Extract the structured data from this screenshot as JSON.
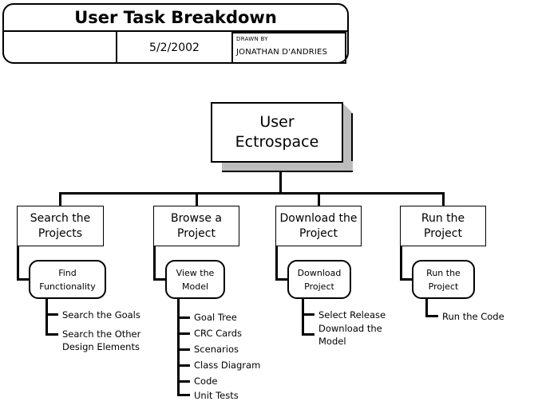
{
  "title_block": {
    "heading": "User Task Breakdown",
    "blank_cell": "",
    "date": "5/2/2002",
    "drawn_by_label": "DRAWN BY",
    "drawn_by_name": "JONATHAN D'ANDRIES"
  },
  "diagram": {
    "root": {
      "line1": "User",
      "line2": "Ectrospace"
    },
    "branches": [
      {
        "title_line1": "Search the",
        "title_line2": "Projects",
        "sub_line1": "Find",
        "sub_line2": "Functionality",
        "leaves": [
          "Search the Goals",
          "Search the Other Design Elements"
        ]
      },
      {
        "title_line1": "Browse a",
        "title_line2": "Project",
        "sub_line1": "View the",
        "sub_line2": "Model",
        "leaves": [
          "Goal Tree",
          "CRC Cards",
          "Scenarios",
          "Class Diagram",
          "Code",
          "Unit Tests"
        ]
      },
      {
        "title_line1": "Download the",
        "title_line2": "Project",
        "sub_line1": "Download",
        "sub_line2": "Project",
        "leaves": [
          "Select Release",
          "Download the Model"
        ]
      },
      {
        "title_line1": "Run the",
        "title_line2": "Project",
        "sub_line1": "Run the",
        "sub_line2": "Project",
        "leaves": [
          "Run the Code"
        ]
      }
    ]
  },
  "colors": {
    "stroke": "#000000",
    "shadow": "#bdbdbd",
    "background": "#ffffff"
  }
}
